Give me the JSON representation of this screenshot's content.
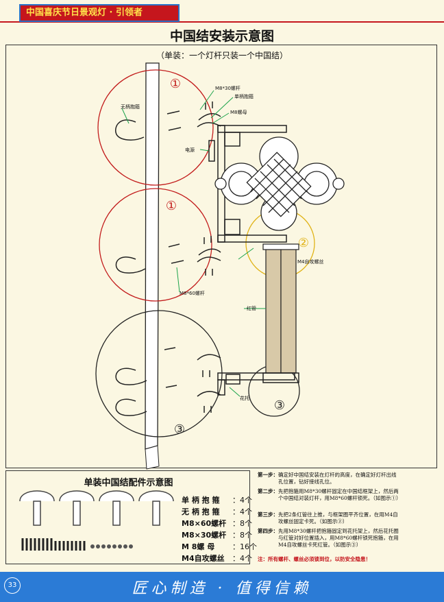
{
  "header": {
    "brand": "中国喜庆节日景观灯 · 引领者"
  },
  "title": "中国结安装示意图",
  "subtitle": "（单装：一个灯杆只装一个中国结）",
  "diagram": {
    "callouts": [
      "①",
      "①",
      "②",
      "③",
      "③"
    ],
    "labels": {
      "m8x30": "M8*30螺杆",
      "single_clamp": "单柄抱箍",
      "m8_nut": "M8螺母",
      "no_handle_clamp": "无柄抱箍",
      "power": "电源",
      "m4_screw": "M4自攻螺丝",
      "m8x60": "M8*60螺杆",
      "red_tube": "红管",
      "flower_bracket": "花托"
    },
    "colors": {
      "red_circle": "#c21b1b",
      "yellow_circle": "#e0b317",
      "label_line": "#1aa34a"
    }
  },
  "parts": {
    "title": "单装中国结配件示意图",
    "items": [
      {
        "name": "单 柄 抱 箍",
        "qty": "：4个"
      },
      {
        "name": "无 柄 抱 箍",
        "qty": "：4个"
      },
      {
        "name": "M8×60螺杆",
        "qty": "：8个"
      },
      {
        "name": "M8×30螺杆",
        "qty": "：8个"
      },
      {
        "name": "M  8螺 母",
        "qty": "：16个"
      },
      {
        "name": "M4自攻螺丝",
        "qty": "：4个"
      }
    ]
  },
  "steps": [
    {
      "label": "第一步：",
      "text": "确定好中国结安装在灯杆的高度，在确定好灯杆出线孔位置，钻好接线孔位。"
    },
    {
      "label": "第二步：",
      "text": "先把抱箍用M8*30螺杆固定在中国结框架上，然后两个中国结对装灯杆，用M8*60螺杆锁死。（如图示①）"
    },
    {
      "label": "第三步：",
      "text": "先把2条红管往上推，与框架圈平齐位置，在用M4自攻螺丝固定卡死。（如图示②）"
    },
    {
      "label": "第四步：",
      "text": "先用M8*30螺杆把抱箍固定到花托架上，然后花托圈与红管对好位置插入，用M8*60螺杆锁死抱箍，在用M4自攻螺丝卡死红管。（如图示③）"
    }
  ],
  "note": "注：所有螺杆、螺丝必须锁到位，以防安全隐患！",
  "footer": {
    "page_number": "33",
    "slogan": "匠心制造 · 值得信赖"
  }
}
